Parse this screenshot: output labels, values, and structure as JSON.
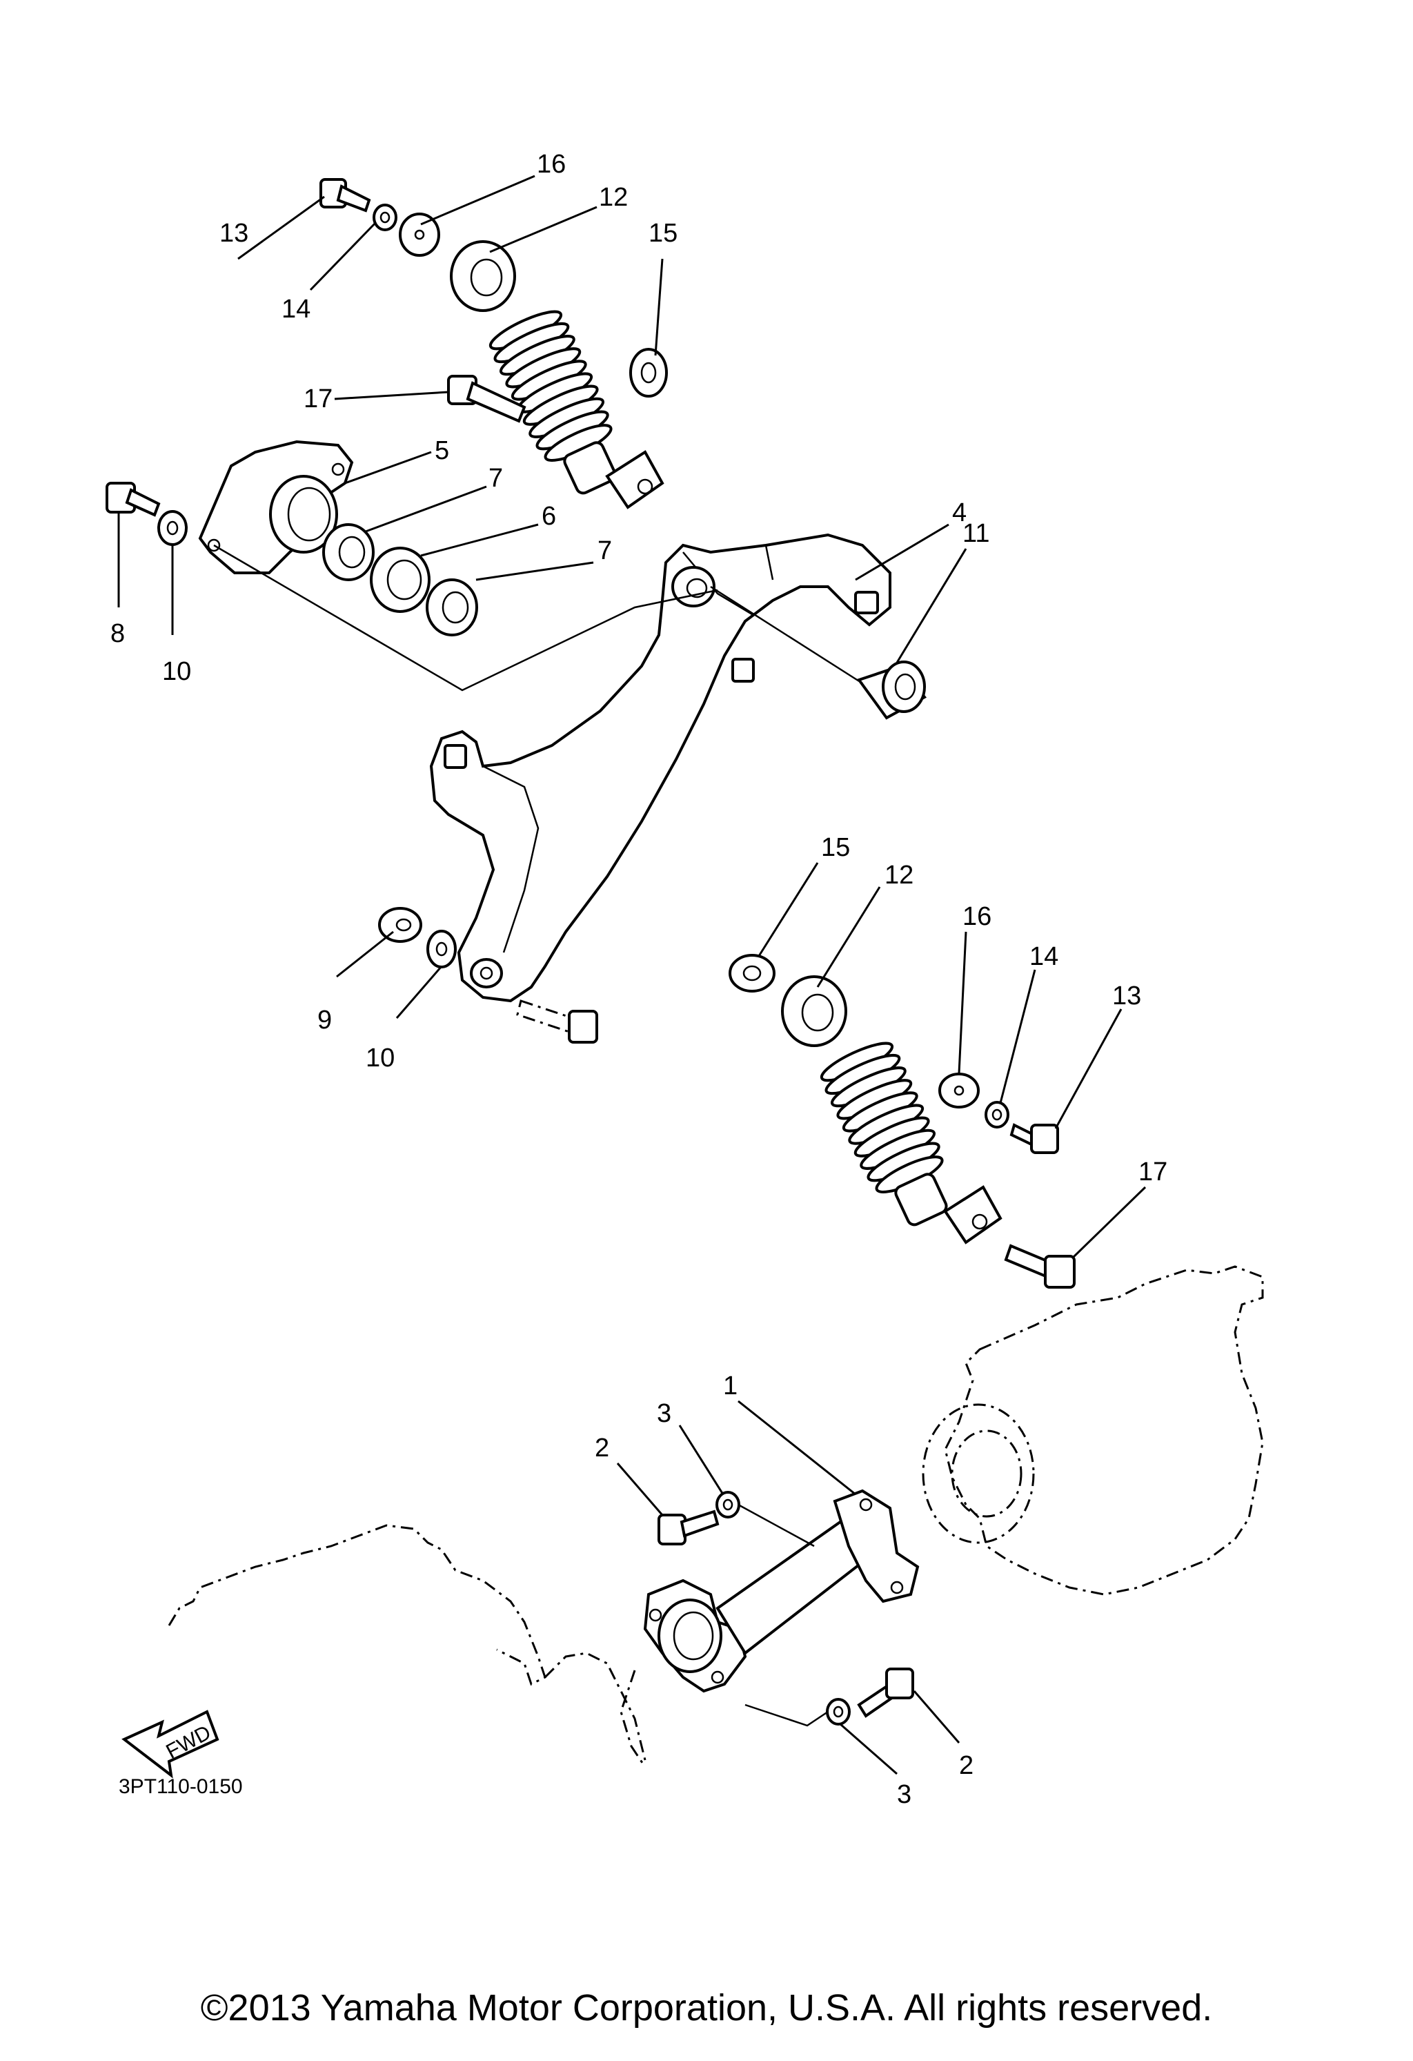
{
  "labels": {
    "c1": "1",
    "c2a": "2",
    "c2b": "2",
    "c3a": "3",
    "c3b": "3",
    "c4": "4",
    "c5": "5",
    "c6": "6",
    "c7a": "7",
    "c7b": "7",
    "c8": "8",
    "c9": "9",
    "c10a": "10",
    "c10b": "10",
    "c11": "11",
    "c12a": "12",
    "c12b": "12",
    "c13a": "13",
    "c13b": "13",
    "c14a": "14",
    "c14b": "14",
    "c15a": "15",
    "c15b": "15",
    "c16a": "16",
    "c16b": "16",
    "c17a": "17",
    "c17b": "17"
  },
  "fwd_label": "FWD",
  "diagram_code": "3PT110-0150",
  "copyright": "©2013 Yamaha Motor Corporation, U.S.A. All rights reserved."
}
